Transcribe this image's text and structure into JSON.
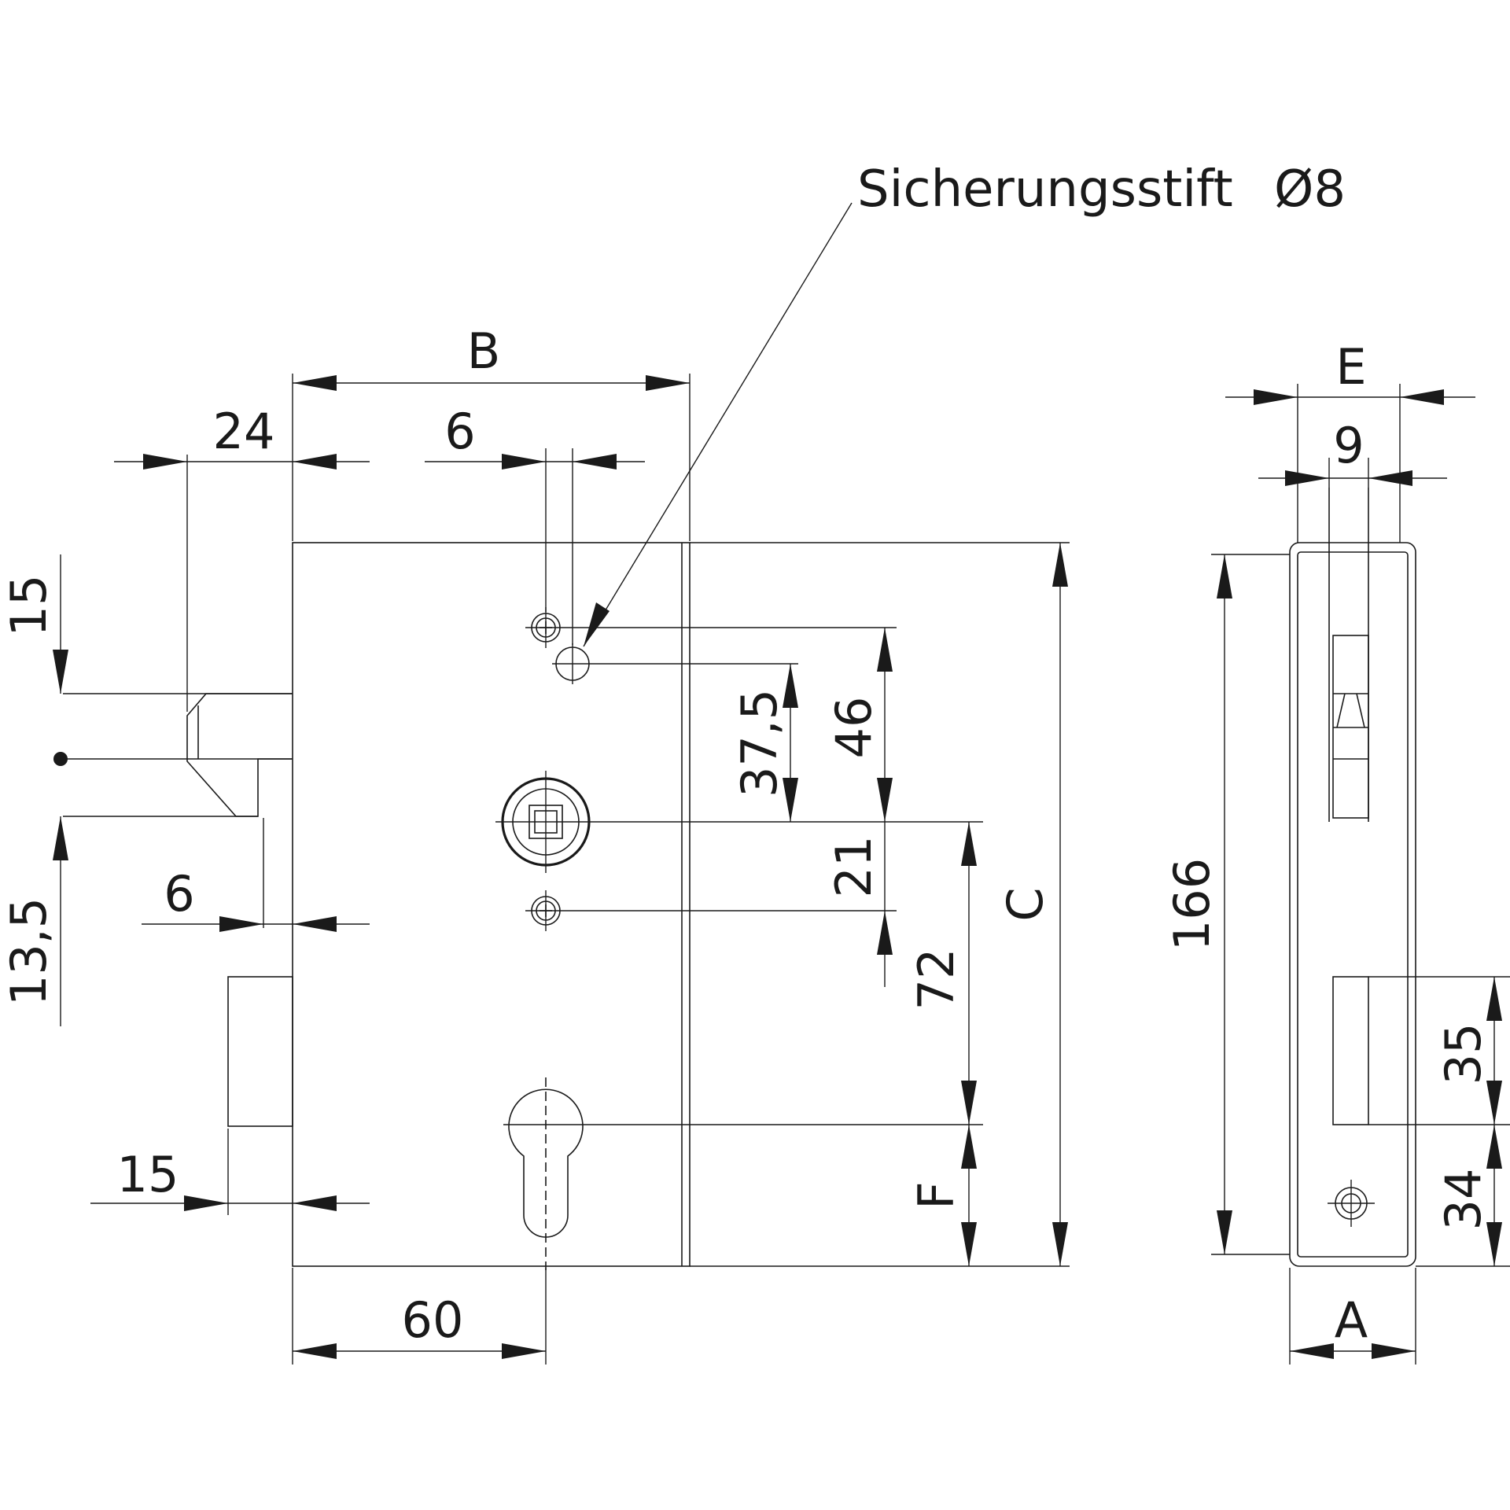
{
  "callout": {
    "label": "Sicherungsstift",
    "diameter": "Ø8"
  },
  "dimensions": {
    "B": "B",
    "d24": "24",
    "d6_top": "6",
    "d15_left": "15",
    "d13_5": "13,5",
    "d6_latch": "6",
    "d15_bottom": "15",
    "d60": "60",
    "d37_5": "37,5",
    "d46": "46",
    "d21": "21",
    "d72": "72",
    "C": "C",
    "F": "F",
    "E": "E",
    "d9": "9",
    "d166": "166",
    "d35": "35",
    "d34": "34",
    "A": "A"
  }
}
